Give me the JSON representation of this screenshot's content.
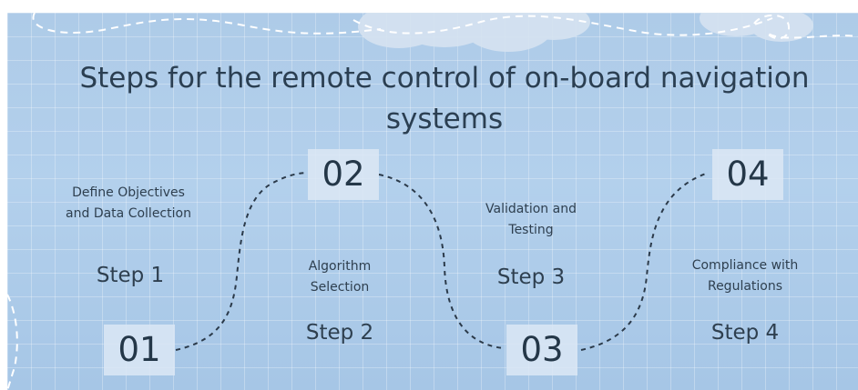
{
  "title": "Steps for the remote control of on-board navigation systems",
  "steps": [
    {
      "number": "01",
      "label": "Step 1",
      "description": "Define Objectives and Data Collection"
    },
    {
      "number": "02",
      "label": "Step 2",
      "description": "Algorithm Selection"
    },
    {
      "number": "03",
      "label": "Step 3",
      "description": "Validation and Testing"
    },
    {
      "number": "04",
      "label": "Step 4",
      "description": "Compliance with Regulations"
    }
  ],
  "colors": {
    "background": "#aecbe8",
    "text": "#2b3f52",
    "box": "#dce8f4",
    "line": "#2b3a4a"
  }
}
